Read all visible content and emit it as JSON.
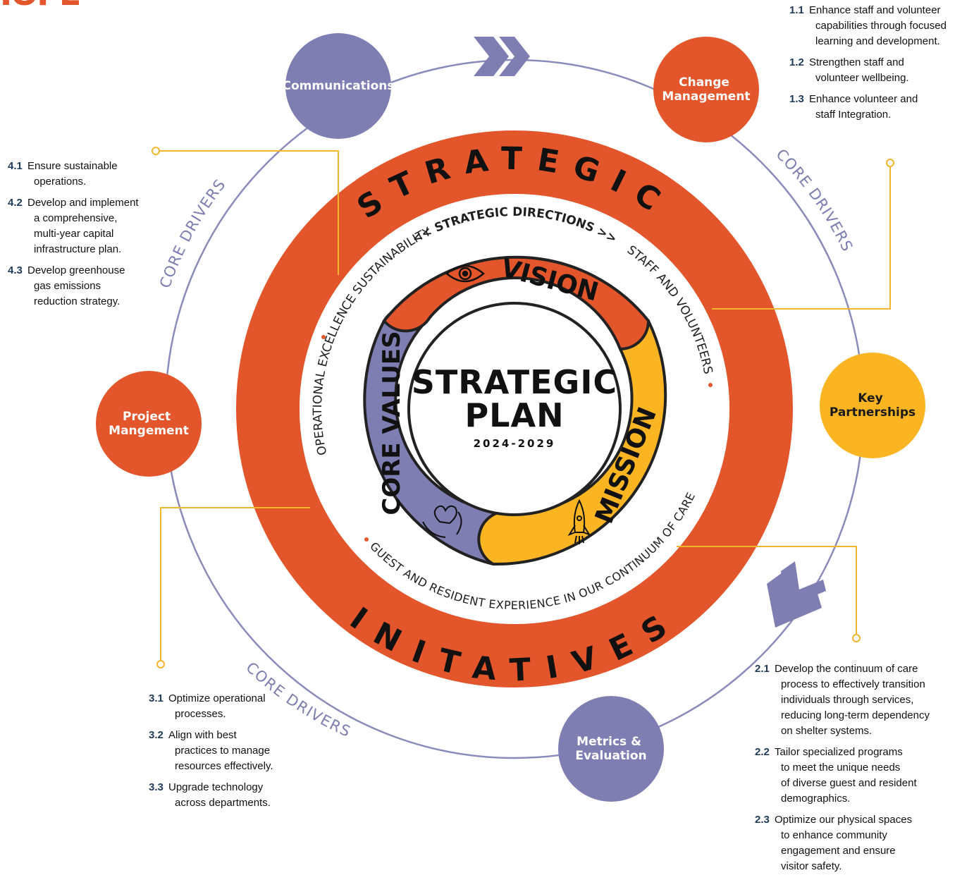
{
  "logo_fragment": "IOPE",
  "colors": {
    "orange": "#e3552a",
    "purple": "#7f7eb2",
    "yellow": "#fbb422",
    "connector": "#f2b52c",
    "drivers_text": "#7c7db0"
  },
  "center": {
    "title_line1": "STRATEGIC",
    "title_line2": "PLAN",
    "years": "2024-2029"
  },
  "inner_ring": {
    "vision": "VISION",
    "mission": "MISSION",
    "core_values": "CORE VALUES",
    "icons": [
      "eye-icon",
      "rocket-icon",
      "heart-hands-icon"
    ]
  },
  "middle_ring": {
    "strategic_directions": "<< STRATEGIC DIRECTIONS >>",
    "sustainability": "SUSTAINABILITY",
    "staff_volunteers": "STAFF AND VOLUNTEERS",
    "guest_resident": "GUEST AND RESIDENT EXPERIENCE IN OUR CONTINUUM OF CARE",
    "operational_excellence": "OPERATIONAL EXCELLENCE"
  },
  "outer_ring": {
    "top": "STRATEGIC",
    "bottom": "INITATIVES"
  },
  "core_drivers": [
    "CORE DRIVERS",
    "CORE DRIVERS",
    "CORE DRIVERS"
  ],
  "bubbles": {
    "communications": "Communications",
    "change_management": [
      "Change",
      "Management"
    ],
    "key_partnerships": [
      "Key",
      "Partnerships"
    ],
    "metrics_evaluation": [
      "Metrics &",
      "Evaluation"
    ],
    "project_management": [
      "Project",
      "Mangement"
    ]
  },
  "sections": {
    "staff": [
      {
        "num": "1.1",
        "lines": [
          "Enhance staff and volunteer",
          "capabilities through focused",
          "learning and development."
        ]
      },
      {
        "num": "1.2",
        "lines": [
          "Strengthen staff and",
          "volunteer wellbeing."
        ]
      },
      {
        "num": "1.3",
        "lines": [
          "Enhance volunteer and",
          "staff Integration."
        ]
      }
    ],
    "guest": [
      {
        "num": "2.1",
        "lines": [
          "Develop the continuum of care",
          "process to effectively transition",
          "individuals through services,",
          "reducing long-term dependency",
          "on shelter systems."
        ]
      },
      {
        "num": "2.2",
        "lines": [
          "Tailor specialized programs",
          "to meet the unique needs",
          "of diverse guest and resident",
          "demographics."
        ]
      },
      {
        "num": "2.3",
        "lines": [
          "Optimize our physical spaces",
          "to enhance community",
          "engagement and ensure",
          "visitor safety."
        ]
      }
    ],
    "operational": [
      {
        "num": "3.1",
        "lines": [
          "Optimize operational",
          "processes."
        ]
      },
      {
        "num": "3.2",
        "lines": [
          "Align with best",
          "practices to manage",
          "resources effectively."
        ]
      },
      {
        "num": "3.3",
        "lines": [
          "Upgrade technology",
          "across departments."
        ]
      }
    ],
    "sustainability": [
      {
        "num": "4.1",
        "lines": [
          "Ensure sustainable",
          "operations."
        ]
      },
      {
        "num": "4.2",
        "lines": [
          "Develop and implement",
          "a comprehensive,",
          "multi-year capital",
          "infrastructure plan."
        ]
      },
      {
        "num": "4.3",
        "lines": [
          "Develop greenhouse",
          "gas emissions",
          "reduction strategy."
        ]
      }
    ]
  }
}
